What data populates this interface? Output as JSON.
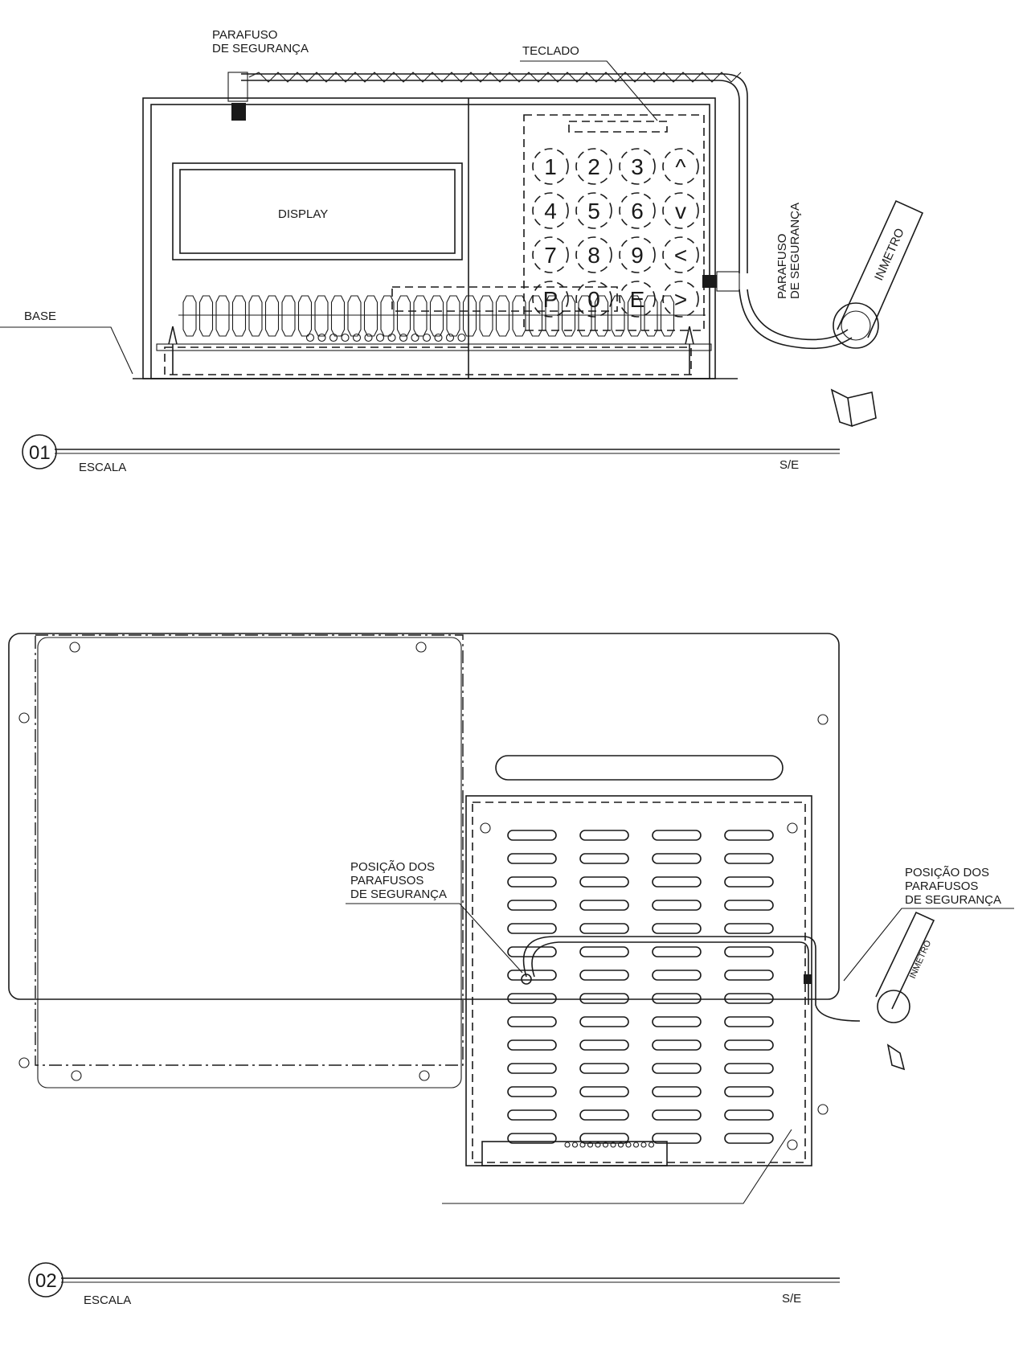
{
  "view01": {
    "number": "01",
    "scale_label": "ESCALA",
    "scale_value": "S/E",
    "labels": {
      "screw_top": [
        "PARAFUSO",
        "DE SEGURANÇA"
      ],
      "keyboard": "TECLADO",
      "display": "DISPLAY",
      "base": "BASE",
      "screw_side": [
        "PARAFUSO",
        "DE SEGURANÇA"
      ],
      "seal": "INMETRO"
    },
    "keys": [
      "1",
      "2",
      "3",
      "^",
      "4",
      "5",
      "6",
      "v",
      "7",
      "8",
      "9",
      "<",
      "P",
      "0",
      "E",
      ">"
    ]
  },
  "view02": {
    "number": "02",
    "scale_label": "ESCALA",
    "scale_value": "S/E",
    "labels": {
      "screws_left": [
        "POSIÇÃO DOS",
        "PARAFUSOS",
        "DE SEGURANÇA"
      ],
      "screws_right": [
        "POSIÇÃO DOS",
        "PARAFUSOS",
        "DE SEGURANÇA"
      ],
      "seal": "INMETRO"
    }
  }
}
